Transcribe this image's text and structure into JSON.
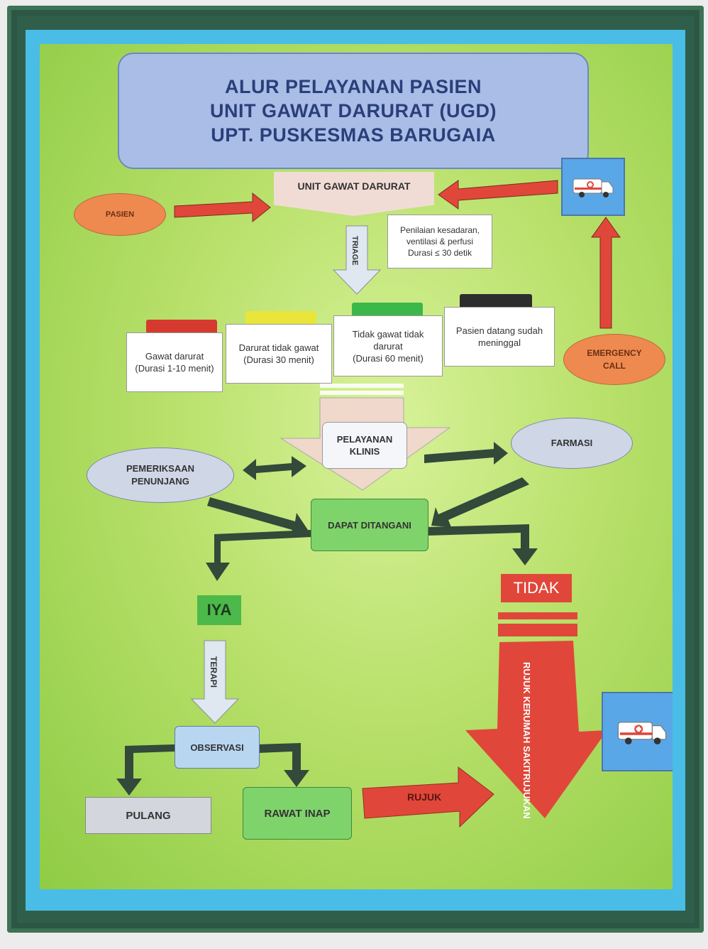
{
  "title": {
    "line1": "ALUR PELAYANAN PASIEN",
    "line2": "UNIT GAWAT DARURAT (UGD)",
    "line3": "UPT. PUSKESMAS BARUGAIA"
  },
  "nodes": {
    "pasien": "PASIEN",
    "ugd": "UNIT GAWAT DARURAT",
    "triage": "TRIAGE",
    "assessment": [
      "Penilaian kesadaran,",
      "ventilasi & perfusi",
      "Durasi ≤ 30 detik"
    ],
    "emergency_call": [
      "EMERGENCY",
      "CALL"
    ],
    "pelayanan_klinis": [
      "PELAYANAN",
      "KLINIS"
    ],
    "pemeriksaan_penunjang": [
      "PEMERIKSAAN",
      "PENUNJANG"
    ],
    "farmasi": "FARMASI",
    "dapat_ditangani": "DAPAT DITANGANI",
    "iya": "IYA",
    "tidak": "TIDAK",
    "terapi": "TERAPI",
    "observasi": "OBSERVASI",
    "pulang": "PULANG",
    "rawat_inap": "RAWAT INAP",
    "rujuk": "RUJUK",
    "rujuk_ke": [
      "RUJUK KE",
      "RUMAH SAKIT",
      "RUJUKAN"
    ]
  },
  "triage_categories": [
    {
      "color": "#d63a2e",
      "line1": "Gawat darurat",
      "line2": "(Durasi 1-10 menit)"
    },
    {
      "color": "#e9e53a",
      "line1": "Darurat tidak gawat",
      "line2": "(Durasi 30 menit)"
    },
    {
      "color": "#3cb84a",
      "line1": "Tidak gawat tidak",
      "line2": "darurat",
      "line3": "(Durasi 60 menit)"
    },
    {
      "color": "#2d2d2d",
      "line1": "Pasien datang sudah",
      "line2": "meninggal"
    }
  ],
  "icons": [
    "ambulance-icon",
    "ambulance-icon"
  ],
  "colors": {
    "red_arrow": "#e0473a",
    "dark_arrow": "#33493a",
    "orange_oval": "#ee8a4f",
    "grey_oval": "#cfd6e6",
    "green_box": "#7fd36b",
    "frame": "#2f5f4a",
    "mat": "#49bde6"
  }
}
